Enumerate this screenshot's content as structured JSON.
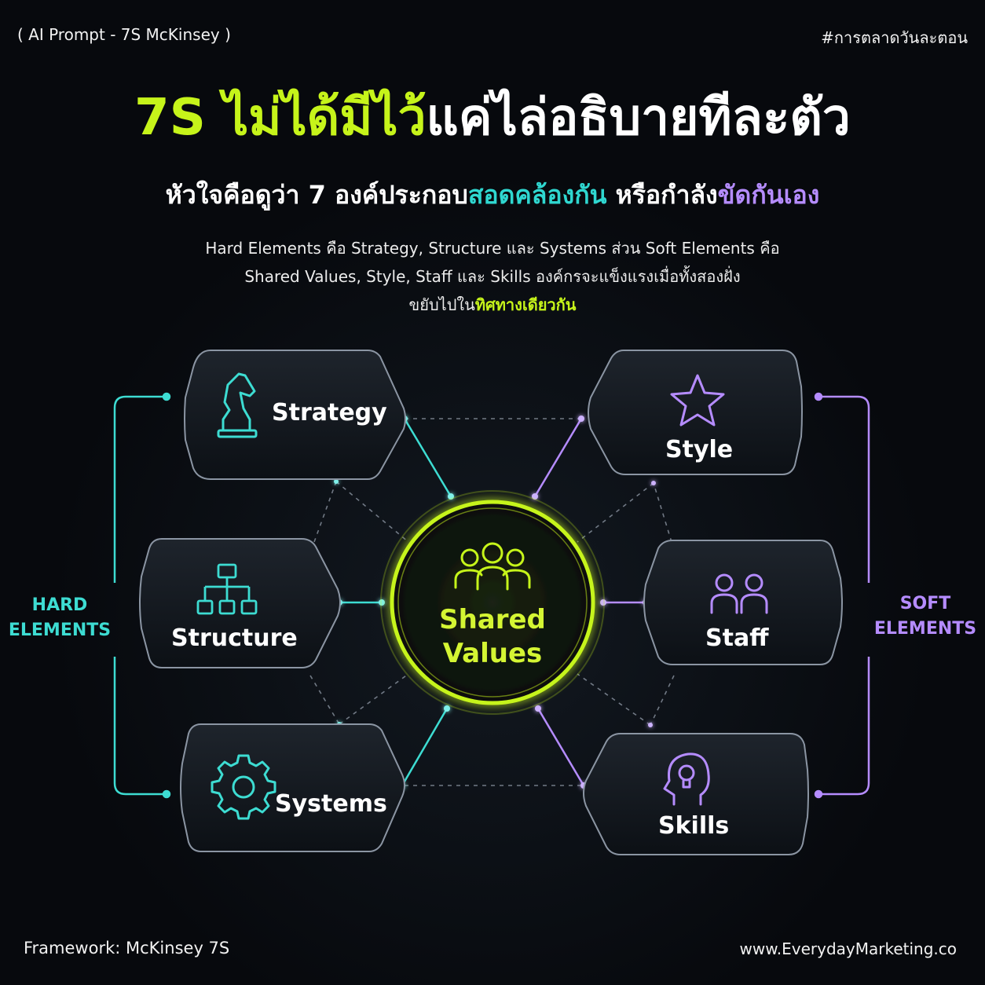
{
  "header": {
    "tag_left": "( AI Prompt - 7S McKinsey )",
    "tag_right": "#การตลาดวันละตอน"
  },
  "title": {
    "part_highlight": "7S ไม่ได้มีไว้",
    "part_rest": "แค่ไล่อธิบายทีละตัว"
  },
  "subtitle": {
    "part1": "หัวใจคือดูว่า 7 องค์ประกอบ",
    "part2": "สอดคล้องกัน",
    "part3": " หรือกำลัง",
    "part4": "ขัดกันเอง"
  },
  "description": {
    "line1": "Hard Elements คือ Strategy, Structure และ Systems ส่วน Soft Elements คือ",
    "line2": "Shared Values, Style, Staff และ Skills องค์กรจะแข็งแรงเมื่อทั้งสองฝั่ง",
    "line3_prefix": "ขยับไปใน",
    "line3_highlight": "ทิศทางเดียวกัน"
  },
  "diagram": {
    "center": {
      "line1": "Shared",
      "line2": "Values",
      "icon": "people-group-icon"
    },
    "hard_group": {
      "line1": "HARD",
      "line2": "ELEMENTS"
    },
    "soft_group": {
      "line1": "SOFT",
      "line2": "ELEMENTS"
    },
    "nodes": {
      "strategy": {
        "label": "Strategy",
        "icon": "chess-knight-icon"
      },
      "structure": {
        "label": "Structure",
        "icon": "org-chart-icon"
      },
      "systems": {
        "label": "Systems",
        "icon": "gear-icon"
      },
      "style": {
        "label": "Style",
        "icon": "star-icon"
      },
      "staff": {
        "label": "Staff",
        "icon": "two-people-icon"
      },
      "skills": {
        "label": "Skills",
        "icon": "head-lightbulb-icon"
      }
    }
  },
  "footer": {
    "left": "Framework: McKinsey 7S",
    "right": "www.EverydayMarketing.co"
  },
  "colors": {
    "accent_lime": "#c6f41a",
    "hard_teal": "#3ddcd2",
    "soft_purple": "#b58cff",
    "background": "#07090d"
  }
}
